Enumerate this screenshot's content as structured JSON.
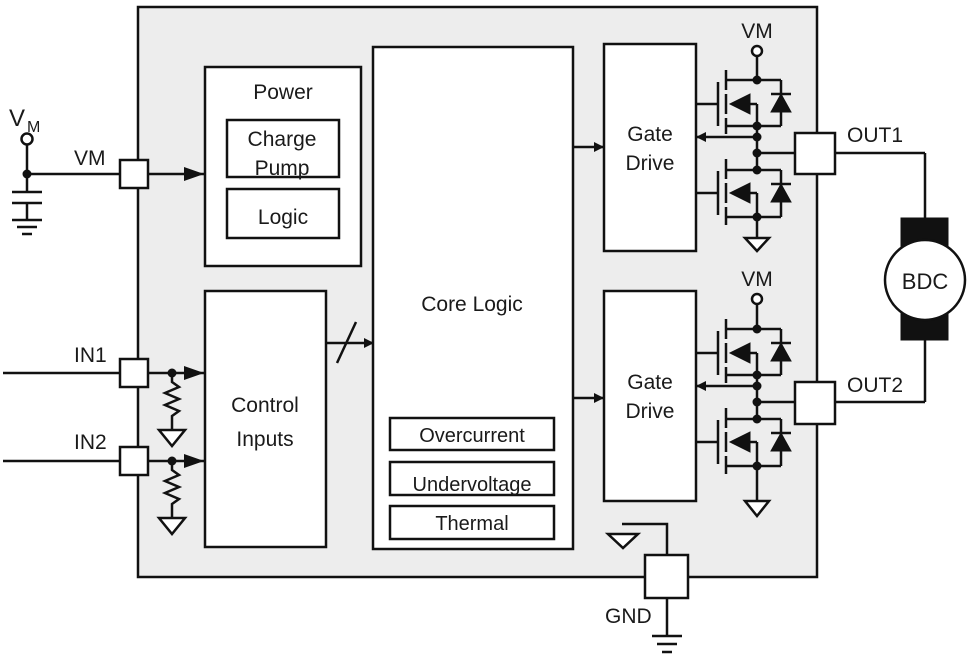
{
  "diagram": {
    "external": {
      "vm_supply_label": "V",
      "vm_supply_subscript": "M",
      "vm_pin_label": "VM",
      "in1_label": "IN1",
      "in2_label": "IN2",
      "out1_label": "OUT1",
      "out2_label": "OUT2",
      "gnd_label": "GND",
      "motor_label": "BDC"
    },
    "blocks": {
      "power": {
        "title": "Power",
        "sub": [
          "Charge Pump",
          "Logic"
        ],
        "charge_pump_line1": "Charge",
        "charge_pump_line2": "Pump",
        "logic": "Logic"
      },
      "control_inputs": {
        "line1": "Control",
        "line2": "Inputs"
      },
      "core_logic": {
        "title": "Core Logic",
        "protections": [
          "Overcurrent",
          "Undervoltage",
          "Thermal"
        ]
      },
      "gate_drive_1": {
        "line1": "Gate",
        "line2": "Drive",
        "supply": "VM"
      },
      "gate_drive_2": {
        "line1": "Gate",
        "line2": "Drive",
        "supply": "VM"
      }
    },
    "colors": {
      "chip_fill": "#ededed",
      "line": "#111111",
      "block_fill": "#ffffff"
    }
  }
}
